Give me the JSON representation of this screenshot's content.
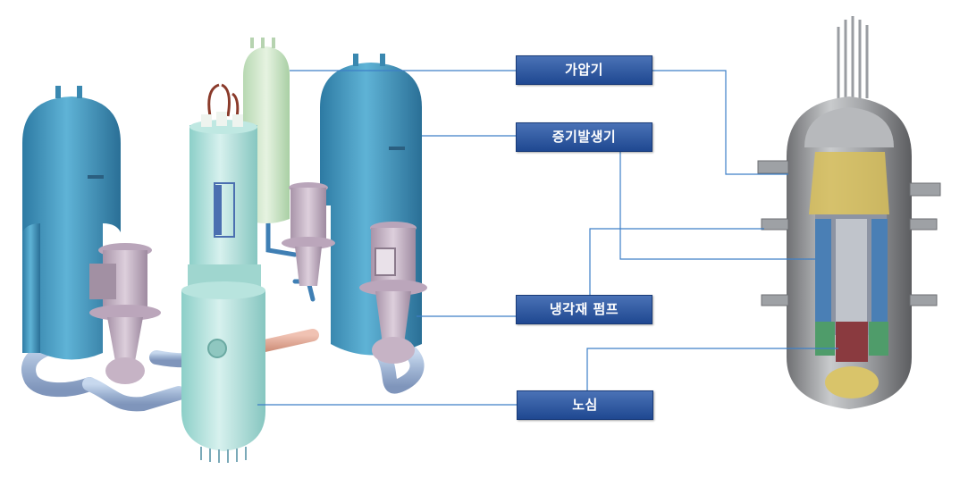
{
  "labels": {
    "pressurizer": "가압기",
    "steam_generator": "증기발생기",
    "coolant_pump": "냉각재 펌프",
    "core": "노심"
  },
  "colors": {
    "label_fill": "#2a56a4",
    "leader_line": "#3d7fc7",
    "steam_generator": "#3c8fb8",
    "pressurizer": "#cfe7c9",
    "reactor_vessel": "#a9dcd6",
    "pump": "#c9b6c8",
    "hot_leg": "#e1a896"
  }
}
